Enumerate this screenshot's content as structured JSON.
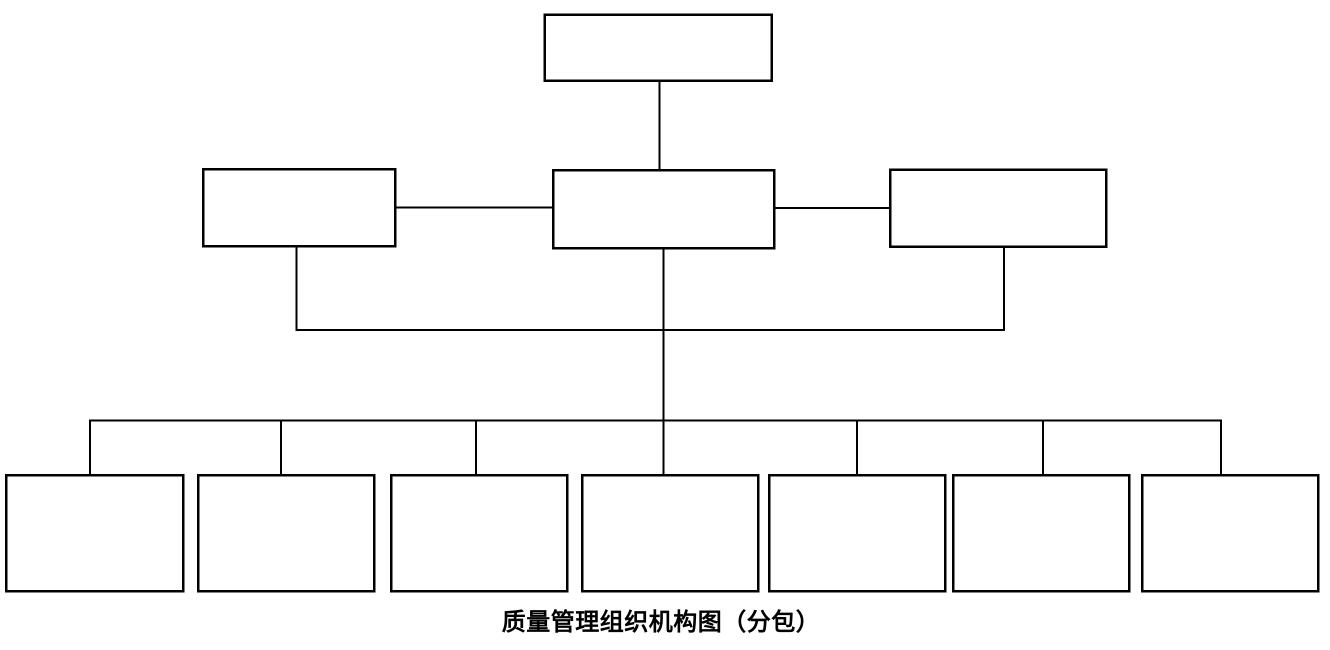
{
  "diagram": {
    "caption": "质量管理组织机构图（分包）",
    "colors": {
      "line": "#000000",
      "box_fill": "#ffffff",
      "background": "#ffffff"
    },
    "nodes": {
      "top": {
        "label": ""
      },
      "level2": [
        {
          "position": "left",
          "label": ""
        },
        {
          "position": "center",
          "label": ""
        },
        {
          "position": "right",
          "label": ""
        }
      ],
      "level3": [
        {
          "label": ""
        },
        {
          "label": ""
        },
        {
          "label": ""
        },
        {
          "label": ""
        },
        {
          "label": ""
        },
        {
          "label": ""
        },
        {
          "label": ""
        }
      ]
    },
    "connections": [
      "top box connects down to level2-center box",
      "level2-left connects horizontally to level2-center",
      "level2-center connects horizontally to level2-right",
      "level2-left and level2-right drop down to a merge bar",
      "level2-center drops through the merge bar to the distribution bar",
      "the distribution bar feeds each of the 7 level3 boxes"
    ]
  }
}
